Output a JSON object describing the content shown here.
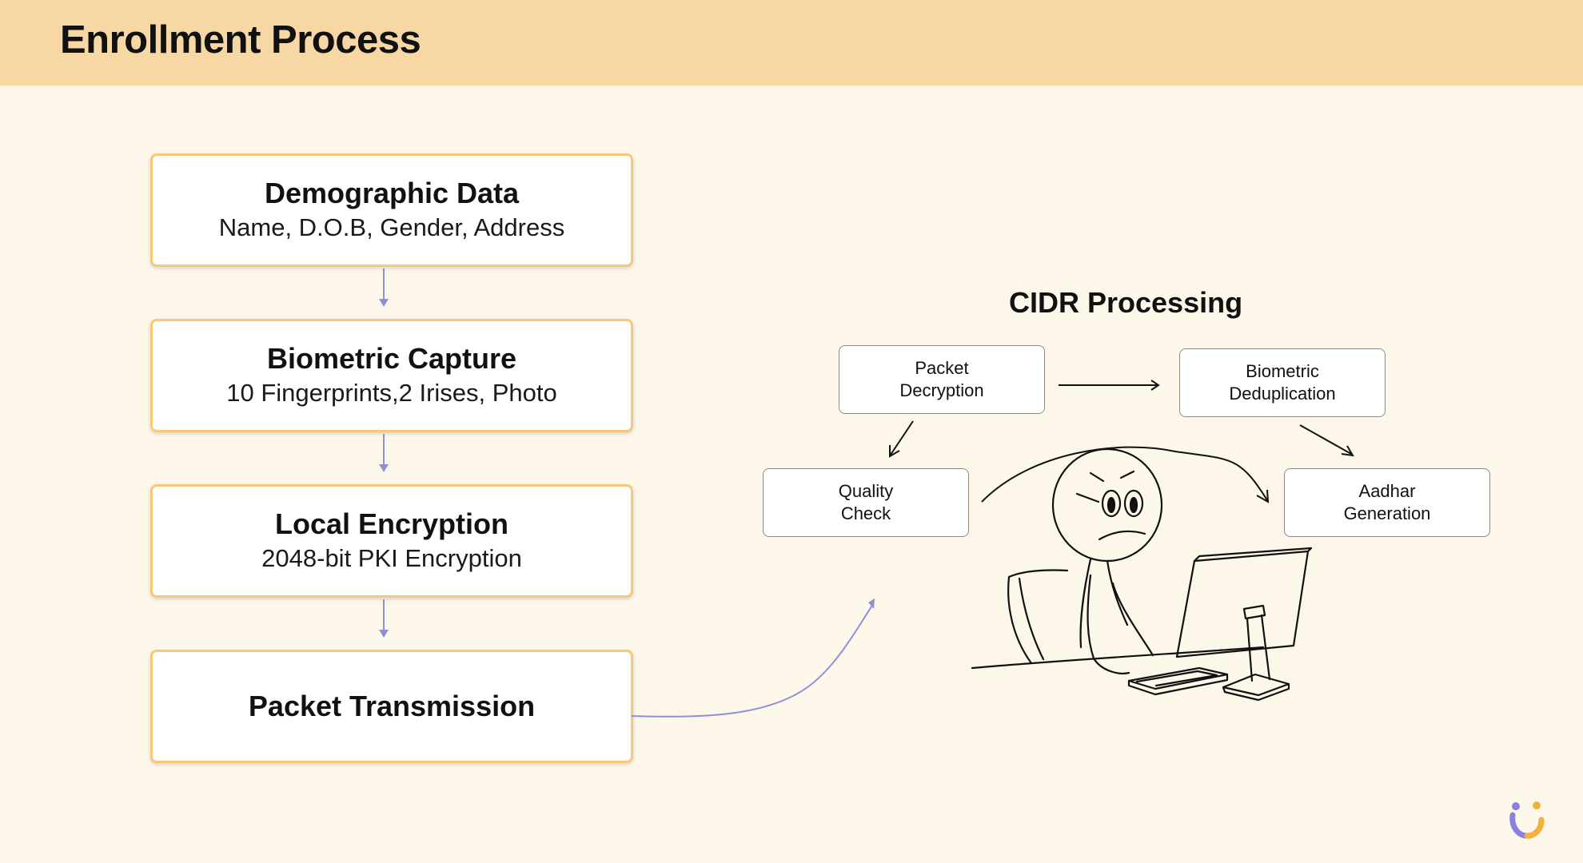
{
  "header": {
    "title": "Enrollment Process"
  },
  "stages": [
    {
      "title": "Demographic Data",
      "subtitle": "Name, D.O.B, Gender, Address"
    },
    {
      "title": "Biometric Capture",
      "subtitle": "10 Fingerprints,2 Irises, Photo"
    },
    {
      "title": "Local Encryption",
      "subtitle": "2048-bit PKI Encryption"
    },
    {
      "title": "Packet Transmission",
      "subtitle": ""
    }
  ],
  "cidr": {
    "title": "CIDR Processing",
    "steps": [
      {
        "label": "Packet\nDecryption"
      },
      {
        "label": "Biometric\nDeduplication"
      },
      {
        "label": "Quality\nCheck"
      },
      {
        "label": "Aadhar\nGeneration"
      }
    ]
  },
  "colors": {
    "header_bg": "#f7d8a5",
    "page_bg": "#fdf7ea",
    "stage_border": "#f6c878",
    "connector": "#8f8fd6",
    "logo_purple": "#8b7fe0",
    "logo_orange": "#f5b23a"
  },
  "icons": {
    "illustration": "person-at-computer-illustration",
    "logo": "brand-logo-icon"
  }
}
